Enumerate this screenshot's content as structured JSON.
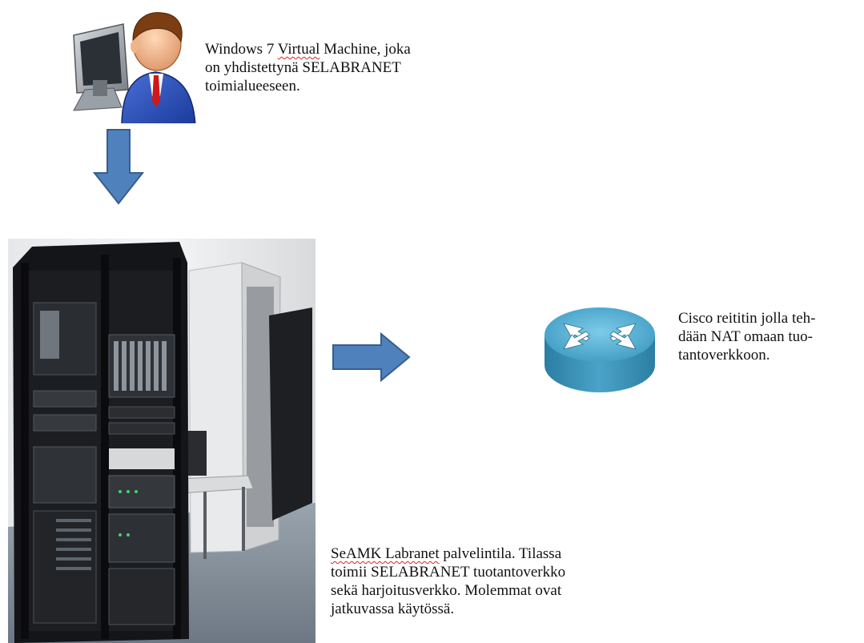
{
  "vm_caption": {
    "line1_a": "Windows 7 ",
    "line1_b": "Virtual",
    "line1_c": " Machine, joka",
    "line2": "on yhdistettynä SELABRANET",
    "line3": "toimialueeseen."
  },
  "router_caption": {
    "line1": "Cisco reititin jolla teh-",
    "line2": "dään NAT omaan tuo-",
    "line3": "tantoverkkoon."
  },
  "server_caption": {
    "line1_a": "SeAMK Labranet",
    "line1_b": " palvelintila.  Tilassa",
    "line2": "toimii  SELABRANET tuotantoverkko",
    "line3": "sekä harjoitusverkko.  Molemmat ovat",
    "line4": "jatkuvassa käytössä."
  },
  "colors": {
    "arrow_fill": "#4f81bd",
    "arrow_stroke": "#385d8a",
    "router_body": "#3d95b9",
    "router_top": "#5fb4d6"
  },
  "icons": [
    "user-at-computer-icon",
    "server-rack-photo",
    "cisco-router-icon",
    "arrow-down-icon",
    "arrow-right-icon"
  ]
}
